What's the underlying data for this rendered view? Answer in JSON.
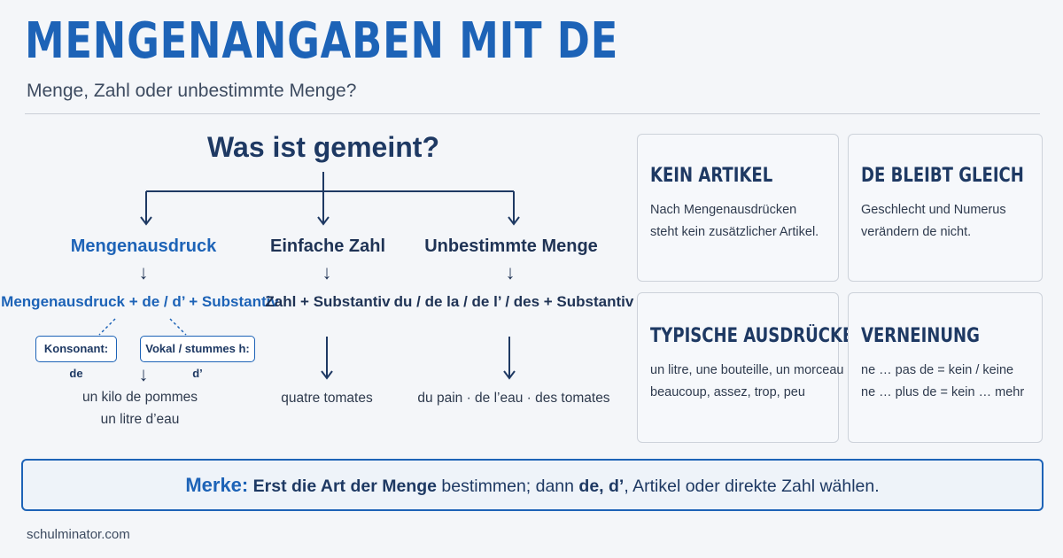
{
  "header": {
    "title": "MENGENANGABEN MIT DE",
    "subtitle": "Menge, Zahl oder unbestimmte Menge?"
  },
  "tree": {
    "question": "Was ist gemeint?",
    "arrow": "↓",
    "branches": [
      {
        "label": "Mengenausdruck",
        "formula": "Mengenausdruck + de / d’ + Substantiv",
        "rules": [
          "Konsonant: de",
          "Vokal / stummes h: d’"
        ],
        "examples": [
          "un kilo de pommes",
          "un litre d’eau"
        ]
      },
      {
        "label": "Einfache Zahl",
        "formula": "Zahl + Substantiv",
        "examples": [
          "quatre tomates"
        ]
      },
      {
        "label": "Unbestimmte Menge",
        "formula": "du / de la / de l’ / des + Substantiv",
        "examples": [
          "du pain · de l’eau · des tomates"
        ]
      }
    ]
  },
  "cards": [
    {
      "title": "KEIN ARTIKEL",
      "lines": [
        "Nach Mengenausdrücken",
        "steht kein zusätzlicher Artikel."
      ]
    },
    {
      "title": "DE BLEIBT GLEICH",
      "lines": [
        "Geschlecht und Numerus",
        "verändern de nicht."
      ]
    },
    {
      "title": "TYPISCHE AUSDRÜCKE",
      "lines": [
        "un litre, une bouteille, un morceau",
        "beaucoup, assez, trop, peu"
      ]
    },
    {
      "title": "VERNEINUNG",
      "lines": [
        "ne … pas de = kein / keine",
        "ne … plus de = kein … mehr"
      ]
    }
  ],
  "merke": {
    "label": "Merke:",
    "bold_part": "Erst die Art der Menge",
    "mid": " bestimmen; dann ",
    "bold_de": "de, d’",
    "rest": ", Artikel oder direkte Zahl wählen."
  },
  "footer": "schulminator.com",
  "colors": {
    "accent": "#1d63b7",
    "navy": "#1e3963",
    "background": "#f4f6f9"
  }
}
